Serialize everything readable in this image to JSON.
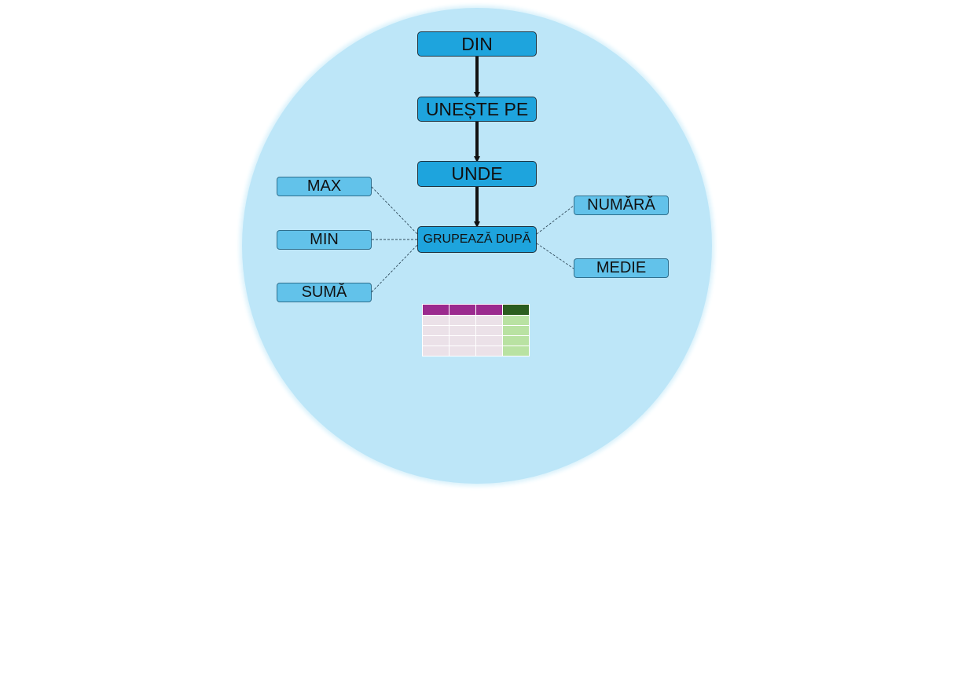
{
  "colors": {
    "circle": "#bde6f8",
    "main_node": "#1ea4dd",
    "side_node": "#62c2ea",
    "table_header": "#9b2a8e",
    "table_header_highlight": "#2c5d1f",
    "table_cell": "#ebe1e8",
    "table_cell_highlight": "#b9e2a2"
  },
  "flow": {
    "steps": [
      {
        "label": "DIN"
      },
      {
        "label": "UNEȘTE PE"
      },
      {
        "label": "UNDE"
      },
      {
        "label": "GRUPEAZĂ DUPĂ"
      }
    ]
  },
  "aggregates": {
    "left": [
      {
        "label": "MAX"
      },
      {
        "label": "MIN"
      },
      {
        "label": "SUMĂ"
      }
    ],
    "right": [
      {
        "label": "NUMĂRĂ"
      },
      {
        "label": "MEDIE"
      }
    ]
  },
  "result_table": {
    "columns": 4,
    "data_rows": 4,
    "highlight_column": 4
  }
}
